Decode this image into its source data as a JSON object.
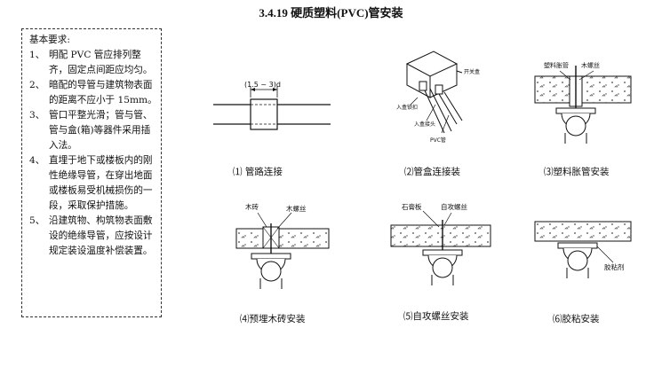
{
  "title": "3.4.19 硬质塑料(PVC)管安装",
  "requirements": {
    "heading": "基本要求:",
    "items": [
      {
        "num": "1、",
        "text": "明配 PVC 管应排列整齐，固定点间距应均匀。"
      },
      {
        "num": "2、",
        "text": "暗配的导管与建筑物表面的距离不应小于 15mm。"
      },
      {
        "num": "3、",
        "text": "管口平整光滑；管与管、管与盒(箱)等器件采用插入法。"
      },
      {
        "num": "4、",
        "text": "直埋于地下或楼板内的刚性绝缘导管，在穿出地面或楼板易受机械损伤的一段，采取保护措施。"
      },
      {
        "num": "5、",
        "text": "沿建筑物、构筑物表面敷设的绝缘导管，应按设计规定装设温度补偿装置。"
      }
    ]
  },
  "figures": {
    "fig1": {
      "caption": "⑴  管路连接",
      "dim_label": "(1.5 ~ 3)d"
    },
    "fig2": {
      "caption": "⑵管盒连接装",
      "labels": {
        "switch_box": "开关盒",
        "box_clamp": "入盒锁扣",
        "box_joint": "入盒接头",
        "pvc_pipe": "PVC管"
      }
    },
    "fig3": {
      "caption": "⑶塑料胀管安装",
      "labels": {
        "expansion_tube": "塑料胀管",
        "wood_screw": "木螺丝"
      }
    },
    "fig4": {
      "caption": "⑷预埋木砖安装",
      "labels": {
        "wood_brick": "木砖",
        "wood_screw": "木螺丝"
      }
    },
    "fig5": {
      "caption": "⑸自攻螺丝安装",
      "labels": {
        "gypsum_board": "石膏板",
        "tapping_screw": "自攻螺丝"
      }
    },
    "fig6": {
      "caption": "⑹胶粘安装",
      "labels": {
        "adhesive": "胶粘剂"
      }
    }
  }
}
